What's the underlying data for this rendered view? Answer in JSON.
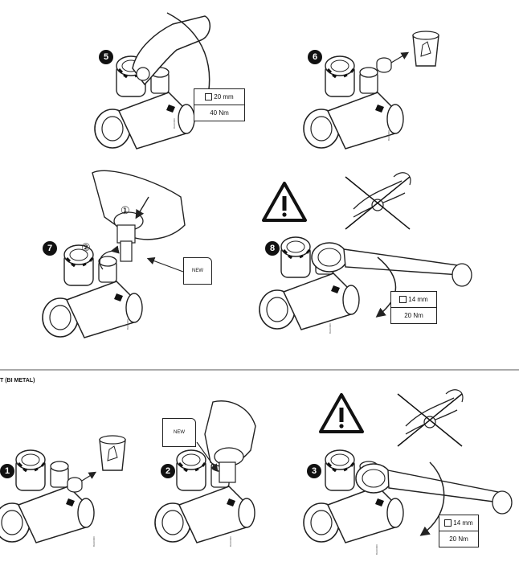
{
  "steps": [
    {
      "id": "5",
      "spec": {
        "size": "20 mm",
        "torque": "40 Nm"
      }
    },
    {
      "id": "6"
    },
    {
      "id": "7",
      "circled": [
        "①",
        "②"
      ],
      "tag": "NEW"
    },
    {
      "id": "8",
      "spec": {
        "size": "14 mm",
        "torque": "20 Nm"
      }
    }
  ],
  "section": {
    "label": "T (BI METAL)"
  },
  "steps_b": [
    {
      "id": "1"
    },
    {
      "id": "2",
      "tag": "NEW"
    },
    {
      "id": "3",
      "spec": {
        "size": "14 mm",
        "torque": "20 Nm"
      }
    }
  ],
  "colors": {
    "line": "#222222",
    "fill": "#ffffff",
    "badge": "#111111"
  }
}
